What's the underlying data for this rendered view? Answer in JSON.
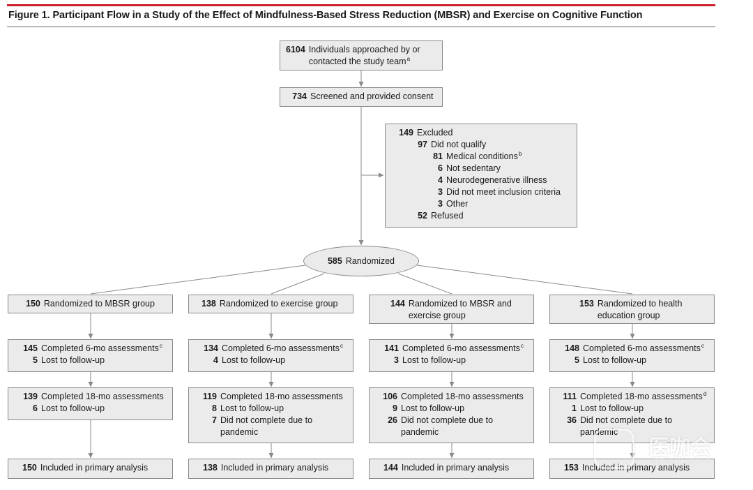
{
  "figure": {
    "title": "Figure 1. Participant Flow in a Study of the Effect of Mindfulness-Based Stress Reduction (MBSR) and Exercise on Cognitive Function"
  },
  "approached": {
    "count": "6104",
    "label_line1": "Individuals approached by or",
    "label_line2": "contacted the study team",
    "sup": "a"
  },
  "screened": {
    "count": "734",
    "label": "Screened and provided consent"
  },
  "excluded": {
    "count": "149",
    "label": "Excluded",
    "did_not_qualify": {
      "count": "97",
      "label": "Did not qualify"
    },
    "reasons": [
      {
        "count": "81",
        "label": "Medical conditions",
        "sup": "b"
      },
      {
        "count": "6",
        "label": "Not sedentary",
        "sup": ""
      },
      {
        "count": "4",
        "label": "Neurodegenerative illness",
        "sup": ""
      },
      {
        "count": "3",
        "label": "Did not meet inclusion criteria",
        "sup": ""
      },
      {
        "count": "3",
        "label": "Other",
        "sup": ""
      }
    ],
    "refused": {
      "count": "52",
      "label": "Refused"
    }
  },
  "randomized": {
    "count": "585",
    "label": "Randomized"
  },
  "groups": [
    {
      "randomized": {
        "count": "150",
        "line1": "Randomized to MBSR group",
        "line2": ""
      },
      "m6": {
        "completed": "145",
        "completed_label": "Completed 6-mo assessments",
        "sup": "c",
        "lost": "5",
        "lost_label": "Lost to follow-up"
      },
      "m18": {
        "completed": "139",
        "completed_label": "Completed 18-mo assessments",
        "sup": "",
        "lost": "6",
        "lost_label": "Lost to follow-up",
        "pandemic": "",
        "pandemic_line1": "",
        "pandemic_line2": ""
      },
      "analysis": {
        "count": "150",
        "label": "Included in primary analysis"
      }
    },
    {
      "randomized": {
        "count": "138",
        "line1": "Randomized to exercise group",
        "line2": ""
      },
      "m6": {
        "completed": "134",
        "completed_label": "Completed 6-mo assessments",
        "sup": "c",
        "lost": "4",
        "lost_label": "Lost to follow-up"
      },
      "m18": {
        "completed": "119",
        "completed_label": "Completed 18-mo assessments",
        "sup": "",
        "lost": "8",
        "lost_label": "Lost to follow-up",
        "pandemic": "7",
        "pandemic_line1": "Did not complete due to",
        "pandemic_line2": "pandemic"
      },
      "analysis": {
        "count": "138",
        "label": "Included in primary analysis"
      }
    },
    {
      "randomized": {
        "count": "144",
        "line1": "Randomized to MBSR and",
        "line2": "exercise group"
      },
      "m6": {
        "completed": "141",
        "completed_label": "Completed 6-mo assessments",
        "sup": "c",
        "lost": "3",
        "lost_label": "Lost to follow-up"
      },
      "m18": {
        "completed": "106",
        "completed_label": "Completed 18-mo assessments",
        "sup": "",
        "lost": "9",
        "lost_label": "Lost to follow-up",
        "pandemic": "26",
        "pandemic_line1": "Did not complete due to",
        "pandemic_line2": "pandemic"
      },
      "analysis": {
        "count": "144",
        "label": "Included in primary analysis"
      }
    },
    {
      "randomized": {
        "count": "153",
        "line1": "Randomized to health",
        "line2": "education group"
      },
      "m6": {
        "completed": "148",
        "completed_label": "Completed 6-mo assessments",
        "sup": "c",
        "lost": "5",
        "lost_label": "Lost to follow-up"
      },
      "m18": {
        "completed": "111",
        "completed_label": "Completed 18-mo assessments",
        "sup": "d",
        "lost": "1",
        "lost_label": "Lost to follow-up",
        "pandemic": "36",
        "pandemic_line1": "Did not complete due to",
        "pandemic_line2": "pandemic"
      },
      "analysis": {
        "count": "153",
        "label": "Included in primary analysis"
      }
    }
  ],
  "watermark": {
    "text": "医咖会",
    "sub": "MEDICAL GROUP"
  },
  "colors": {
    "accent": "#cc1f2f",
    "box_fill": "#ebebeb",
    "box_border": "#8a8a8a",
    "line": "#8a8a8a"
  }
}
